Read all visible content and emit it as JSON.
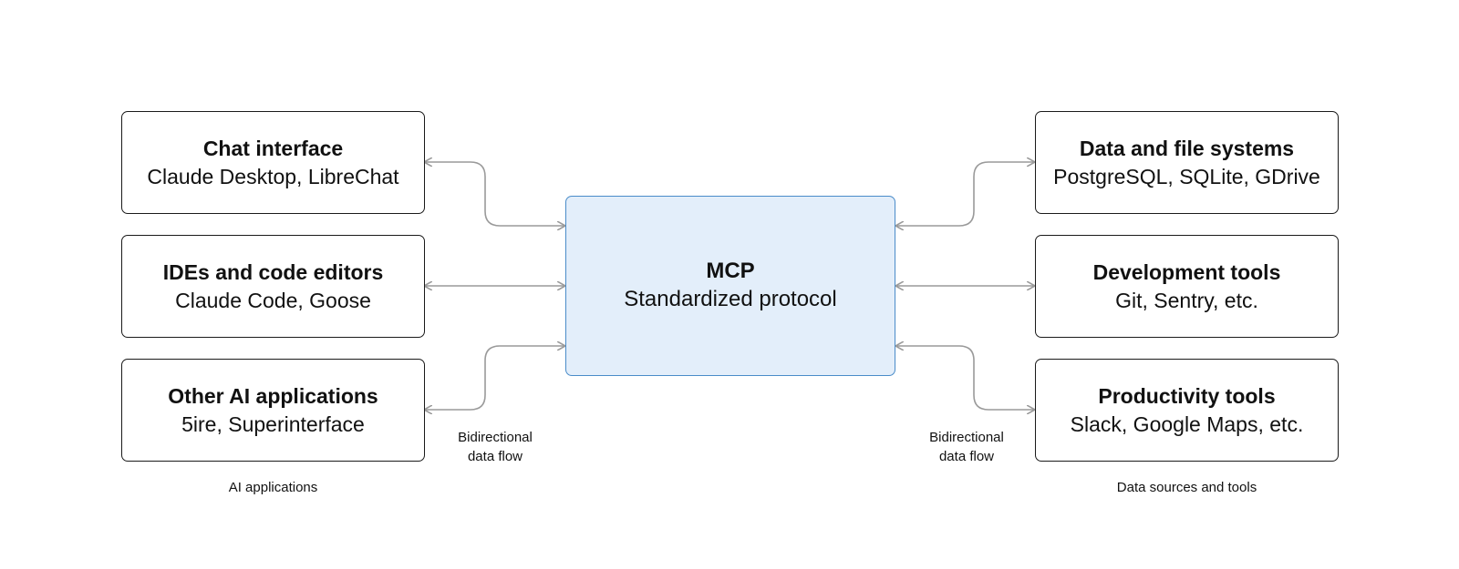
{
  "left_group": {
    "caption": "AI applications",
    "boxes": [
      {
        "title": "Chat interface",
        "subtitle": "Claude Desktop, LibreChat"
      },
      {
        "title": "IDEs and code editors",
        "subtitle": "Claude Code, Goose"
      },
      {
        "title": "Other AI applications",
        "subtitle": "5ire, Superinterface"
      }
    ]
  },
  "center": {
    "title": "MCP",
    "subtitle": "Standardized protocol"
  },
  "right_group": {
    "caption": "Data sources and tools",
    "boxes": [
      {
        "title": "Data and file systems",
        "subtitle": "PostgreSQL, SQLite, GDrive"
      },
      {
        "title": "Development tools",
        "subtitle": "Git, Sentry, etc."
      },
      {
        "title": "Productivity tools",
        "subtitle": "Slack, Google Maps, etc."
      }
    ]
  },
  "flow_labels": {
    "left": {
      "line1": "Bidirectional",
      "line2": "data flow"
    },
    "right": {
      "line1": "Bidirectional",
      "line2": "data flow"
    }
  },
  "colors": {
    "center_fill": "#e3eefa",
    "center_border": "#4a8cc9",
    "box_border": "#1a1a1a",
    "connector": "#9a9a9a"
  }
}
